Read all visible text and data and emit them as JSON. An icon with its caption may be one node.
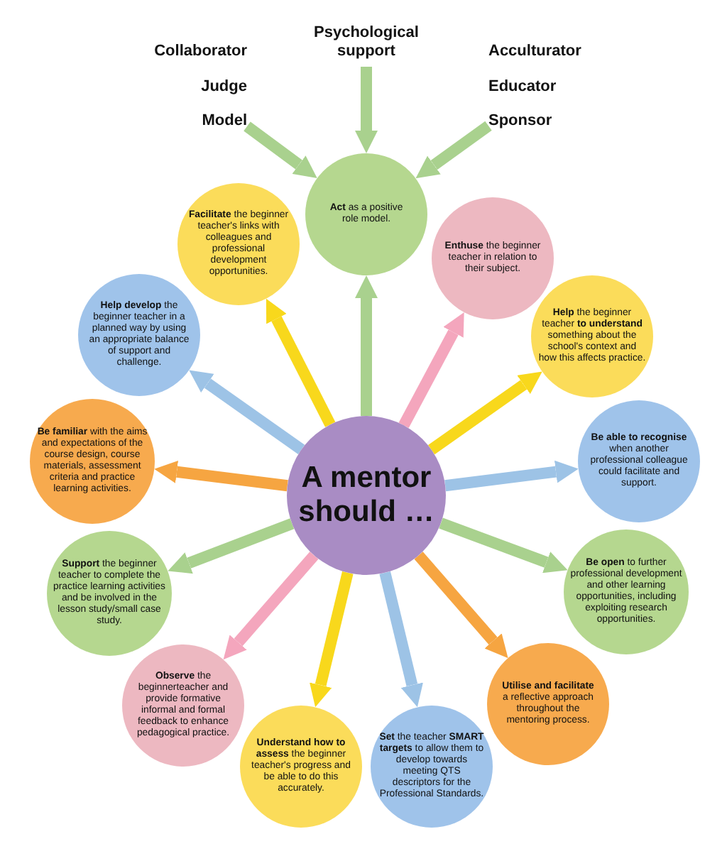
{
  "diagram": {
    "nodes": [
      {
        "text": [
          "Collaborator",
          "Judge",
          "Model"
        ]
      },
      {
        "text": [
          "Psychological support"
        ]
      },
      {
        "text": [
          "Acculturator",
          "Educator",
          "Sponsor"
        ]
      },
      {
        "text": [
          "**Act** as a positive role model."
        ]
      },
      {
        "text": [
          "**Facilitate** the beginner teacher's links with colleagues and professional development opportunities."
        ]
      },
      {
        "text": [
          "**Enthuse** the beginner teacher in relation to their subject."
        ]
      },
      {
        "text": [
          "**Help develop** the beginner teacher in a planned way by using an appropriate balance of support and challenge."
        ]
      },
      {
        "text": [
          "**Help** the beginner teacher **to understand** something about the school's context and how this affects practice."
        ]
      },
      {
        "text": [
          "**Be familiar** with the aims and expectations of the course design, course materials, assessment criteria and practice learning activities."
        ]
      },
      {
        "text": [
          "A mentor should …"
        ]
      },
      {
        "text": [
          "**Be able to recognise** when another professional colleague could facilitate and support."
        ]
      },
      {
        "text": [
          "**Support** the beginner teacher to complete the practice learning activities and be involved in the lesson study/small case study."
        ]
      },
      {
        "text": [
          "**Be open** to further professional development and other learning opportunities, including exploiting research opportunities."
        ]
      },
      {
        "text": [
          "**Observe** the beginnerteacher and provide formative informal and formal feedback to enhance pedagogical practice."
        ]
      },
      {
        "text": [
          "**Utilise and facilitate** a reflective approach throughout the mentoring process."
        ]
      },
      {
        "text": [
          "**Understand how to assess** the beginner teacher's progress and be able to do this accurately."
        ]
      },
      {
        "text": [
          "**Set** the teacher **SMART targets** to allow them to develop towards meeting QTS descriptors for the Professional Standards."
        ]
      }
    ],
    "edges": [
      {
        "from": 0,
        "to": 3,
        "arrow": "to",
        "color": "#a9d18e"
      },
      {
        "from": 1,
        "to": 3,
        "arrow": "to",
        "color": "#a9d18e"
      },
      {
        "from": 2,
        "to": 3,
        "arrow": "to",
        "color": "#a9d18e"
      },
      {
        "from": 9,
        "to": 3,
        "arrow": "to",
        "color": "#a9d18e"
      },
      {
        "from": 9,
        "to": 4,
        "arrow": "to",
        "color": "#f8d81c"
      },
      {
        "from": 9,
        "to": 5,
        "arrow": "to",
        "color": "#f4a6bd"
      },
      {
        "from": 9,
        "to": 7,
        "arrow": "to",
        "color": "#f8d81c"
      },
      {
        "from": 9,
        "to": 10,
        "arrow": "to",
        "color": "#9dc3e6"
      },
      {
        "from": 9,
        "to": 12,
        "arrow": "to",
        "color": "#a9d18e"
      },
      {
        "from": 9,
        "to": 14,
        "arrow": "to",
        "color": "#f6a541"
      },
      {
        "from": 9,
        "to": 16,
        "arrow": "to",
        "color": "#9dc3e6"
      },
      {
        "from": 9,
        "to": 15,
        "arrow": "to",
        "color": "#f8d81c"
      },
      {
        "from": 9,
        "to": 13,
        "arrow": "to",
        "color": "#f4a6bd"
      },
      {
        "from": 9,
        "to": 11,
        "arrow": "to",
        "color": "#a9d18e"
      },
      {
        "from": 9,
        "to": 8,
        "arrow": "to",
        "color": "#f6a541"
      },
      {
        "from": 9,
        "to": 6,
        "arrow": "to",
        "color": "#9dc3e6"
      }
    ]
  }
}
